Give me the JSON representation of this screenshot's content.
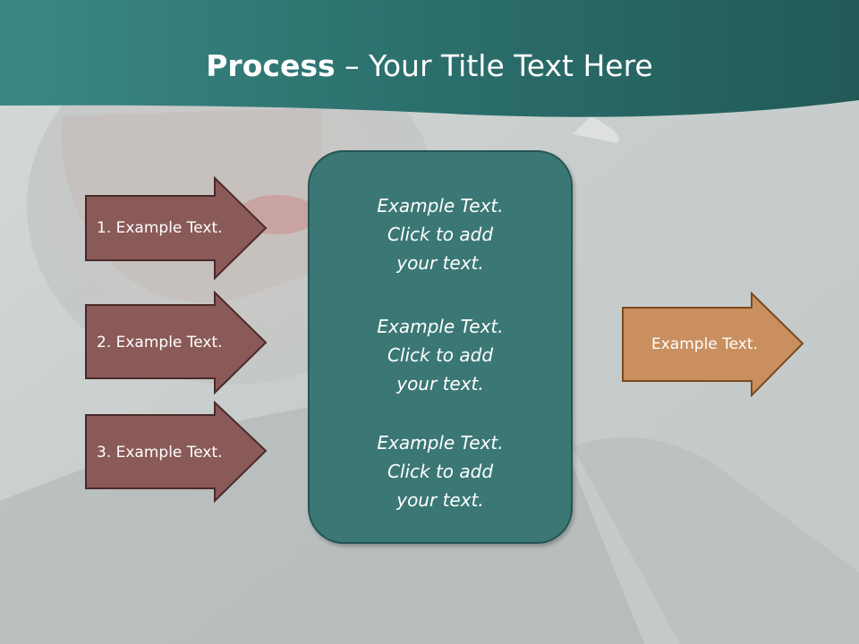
{
  "slide": {
    "title_bold": "Process",
    "title_rest": " – Your Title Text Here"
  },
  "left_arrows": [
    {
      "label": "1. Example Text."
    },
    {
      "label": "2. Example Text."
    },
    {
      "label": "3. Example Text."
    }
  ],
  "center_box": {
    "blocks": [
      {
        "lines": [
          "Example Text.",
          "Click  to add",
          "your text."
        ]
      },
      {
        "lines": [
          "Example Text.",
          "Click  to add",
          "your text."
        ]
      },
      {
        "lines": [
          "Example Text.",
          "Click  to add",
          "your text."
        ]
      }
    ]
  },
  "right_arrow": {
    "label": "Example Text."
  },
  "colors": {
    "header": "#2f7a77",
    "left_arrow_fill": "#8a5a58",
    "left_arrow_stroke": "#4a2a2a",
    "center_fill": "#3b7875",
    "right_arrow_fill": "#c98f5e",
    "right_arrow_stroke": "#7a4a1e"
  }
}
